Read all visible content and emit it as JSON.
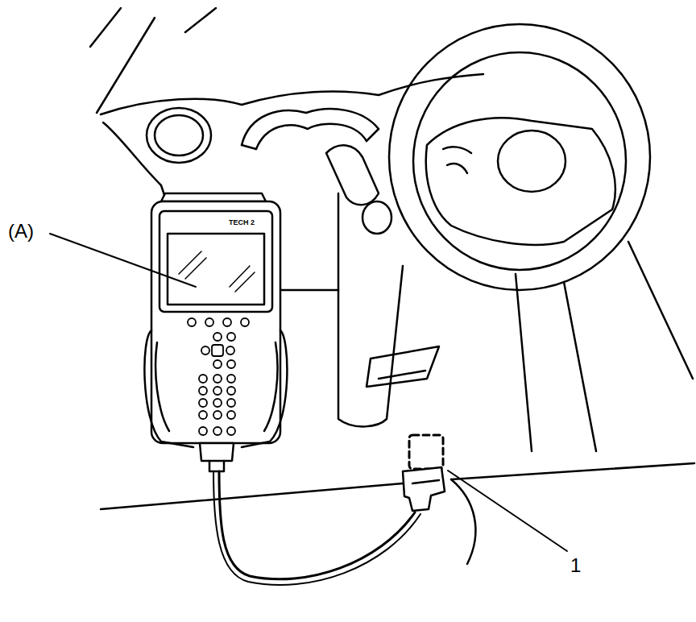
{
  "diagram": {
    "labels": [
      "(A)",
      "1",
      "TECH 2"
    ]
  }
}
